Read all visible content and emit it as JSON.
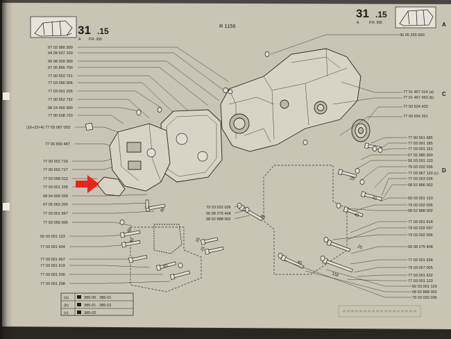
{
  "header_left": {
    "section": "31",
    "sub": ".15",
    "letter": "A",
    "pr": "P.R. 995"
  },
  "header_center": "R 1156",
  "header_right": {
    "section": "31",
    "sub": ".15",
    "letter": "A",
    "pr": "P.R. 995"
  },
  "left_refs": [
    "07 02 980 300",
    "04 28 537 100",
    "06 08 309 300",
    "07 05 866 700",
    "77 00 552 731",
    "77 03 056 006",
    "77 03 001 236",
    "77 00 552 732",
    "08 24 490 900",
    "77 00 538 720",
    "(16÷22×4) 77 03 087 003",
    "77 00 559 487",
    "77 00 552 710",
    "77 00 552 717",
    "77 03 058 013",
    "77 03 001 238",
    "08 54 999 209",
    "07 05 063 200",
    "77 03 001 667",
    "77 03 056 006",
    "50 03 001 123",
    "77 03 001 634",
    "77 03 001 667",
    "77 03 001 619",
    "77 03 001 236",
    "77 03 001 238"
  ],
  "top_ref": "06 05 255 600",
  "right_refs": [
    "77 01 457 014 (a)",
    "77 01 457 063 (b)",
    "77 00 524 433",
    "77 00 554 251",
    "77 00 561 685",
    "77 03 001 185",
    "77 03 001 151",
    "07 02 980 300",
    "50 03 001 133",
    "79 03 032 036",
    "77 03 067 120 (c)",
    "77 03 053 026",
    "08 52 886 002",
    "50 03 001 123",
    "79 03 032 036",
    "08 52 888 002",
    "77 03 001 614",
    "79 03 032 037",
    "79 03 032 036",
    "06 08 275 408",
    "77 03 001 634",
    "79 03 057 005",
    "77 03 001 632",
    "77 03 001 123",
    "50 03 001 123",
    "08 52 888 002",
    "79 03 032 036"
  ],
  "center_refs": [
    "79 03 032 036",
    "06 08 275 408",
    "08 52 888 002"
  ],
  "dimensions": [
    "40",
    "40",
    "35",
    "80",
    "25",
    "25",
    "80",
    "40",
    "40",
    "25",
    "25",
    "40",
    "118"
  ],
  "legend": [
    {
      "key": "(a)",
      "text": "385-00 , 385-01"
    },
    {
      "key": "(b)",
      "text": "385-01 , 385-02"
    },
    {
      "key": "(c)",
      "text": "385-02"
    }
  ],
  "edge_letters": [
    "A",
    "C",
    "D"
  ],
  "colors": {
    "paper": "#c9c4b4",
    "ink": "#1d1c1a",
    "arrow": "#e8251c",
    "binding": "#2a2722"
  },
  "annotation": {
    "type": "red-arrow-pointer"
  }
}
